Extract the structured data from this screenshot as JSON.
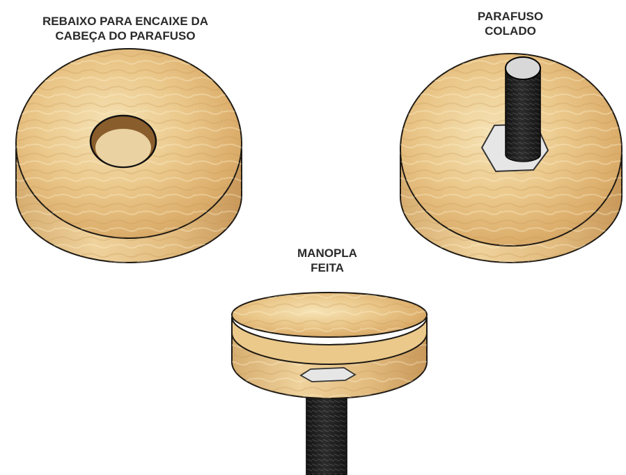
{
  "labels": {
    "recess": [
      "REBAIXO PARA ENCAIXE DA",
      "CABEÇA DO PARAFUSO"
    ],
    "glued_screw": [
      "PARAFUSO",
      "COLADO"
    ],
    "finished_knob": [
      "MANOPLA",
      "FEITA"
    ]
  },
  "colors": {
    "wood_light": "#f2d9a4",
    "wood_mid": "#e2b877",
    "wood_dark": "#c99a5a",
    "outline": "#1e1a14",
    "screw": "#1a1a1a",
    "screw_head": "#dcdcdc",
    "nut": "#e6e6e6"
  }
}
